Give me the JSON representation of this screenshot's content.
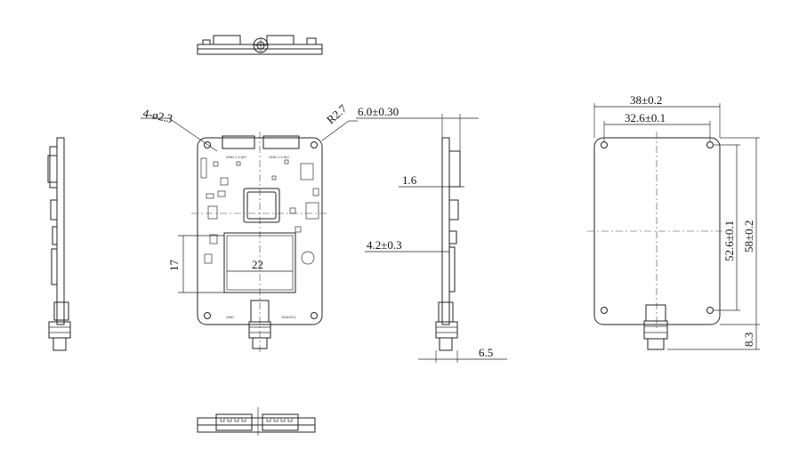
{
  "dimensions": {
    "mount_holes": "4-ø2.3",
    "corner_radius": "R2.7",
    "depth": "6.0±0.30",
    "board_thickness": "1.6",
    "component_height": "4.2±0.3",
    "connector_offset": "6.5",
    "shield_width": "22",
    "shield_height": "17",
    "outer_width": "38±0.2",
    "hole_pitch_x": "32.6±0.1",
    "hole_pitch_y": "52.6±0.1",
    "outer_height": "58±0.2",
    "antenna_extension": "8.3"
  },
  "silkscreen": {
    "connector_left_label": "GND 1 4 AIV",
    "connector_right_label": "GND 1 4 AIV",
    "bottom_left_label": "GND",
    "bottom_right_label": "SDA/SCL"
  }
}
